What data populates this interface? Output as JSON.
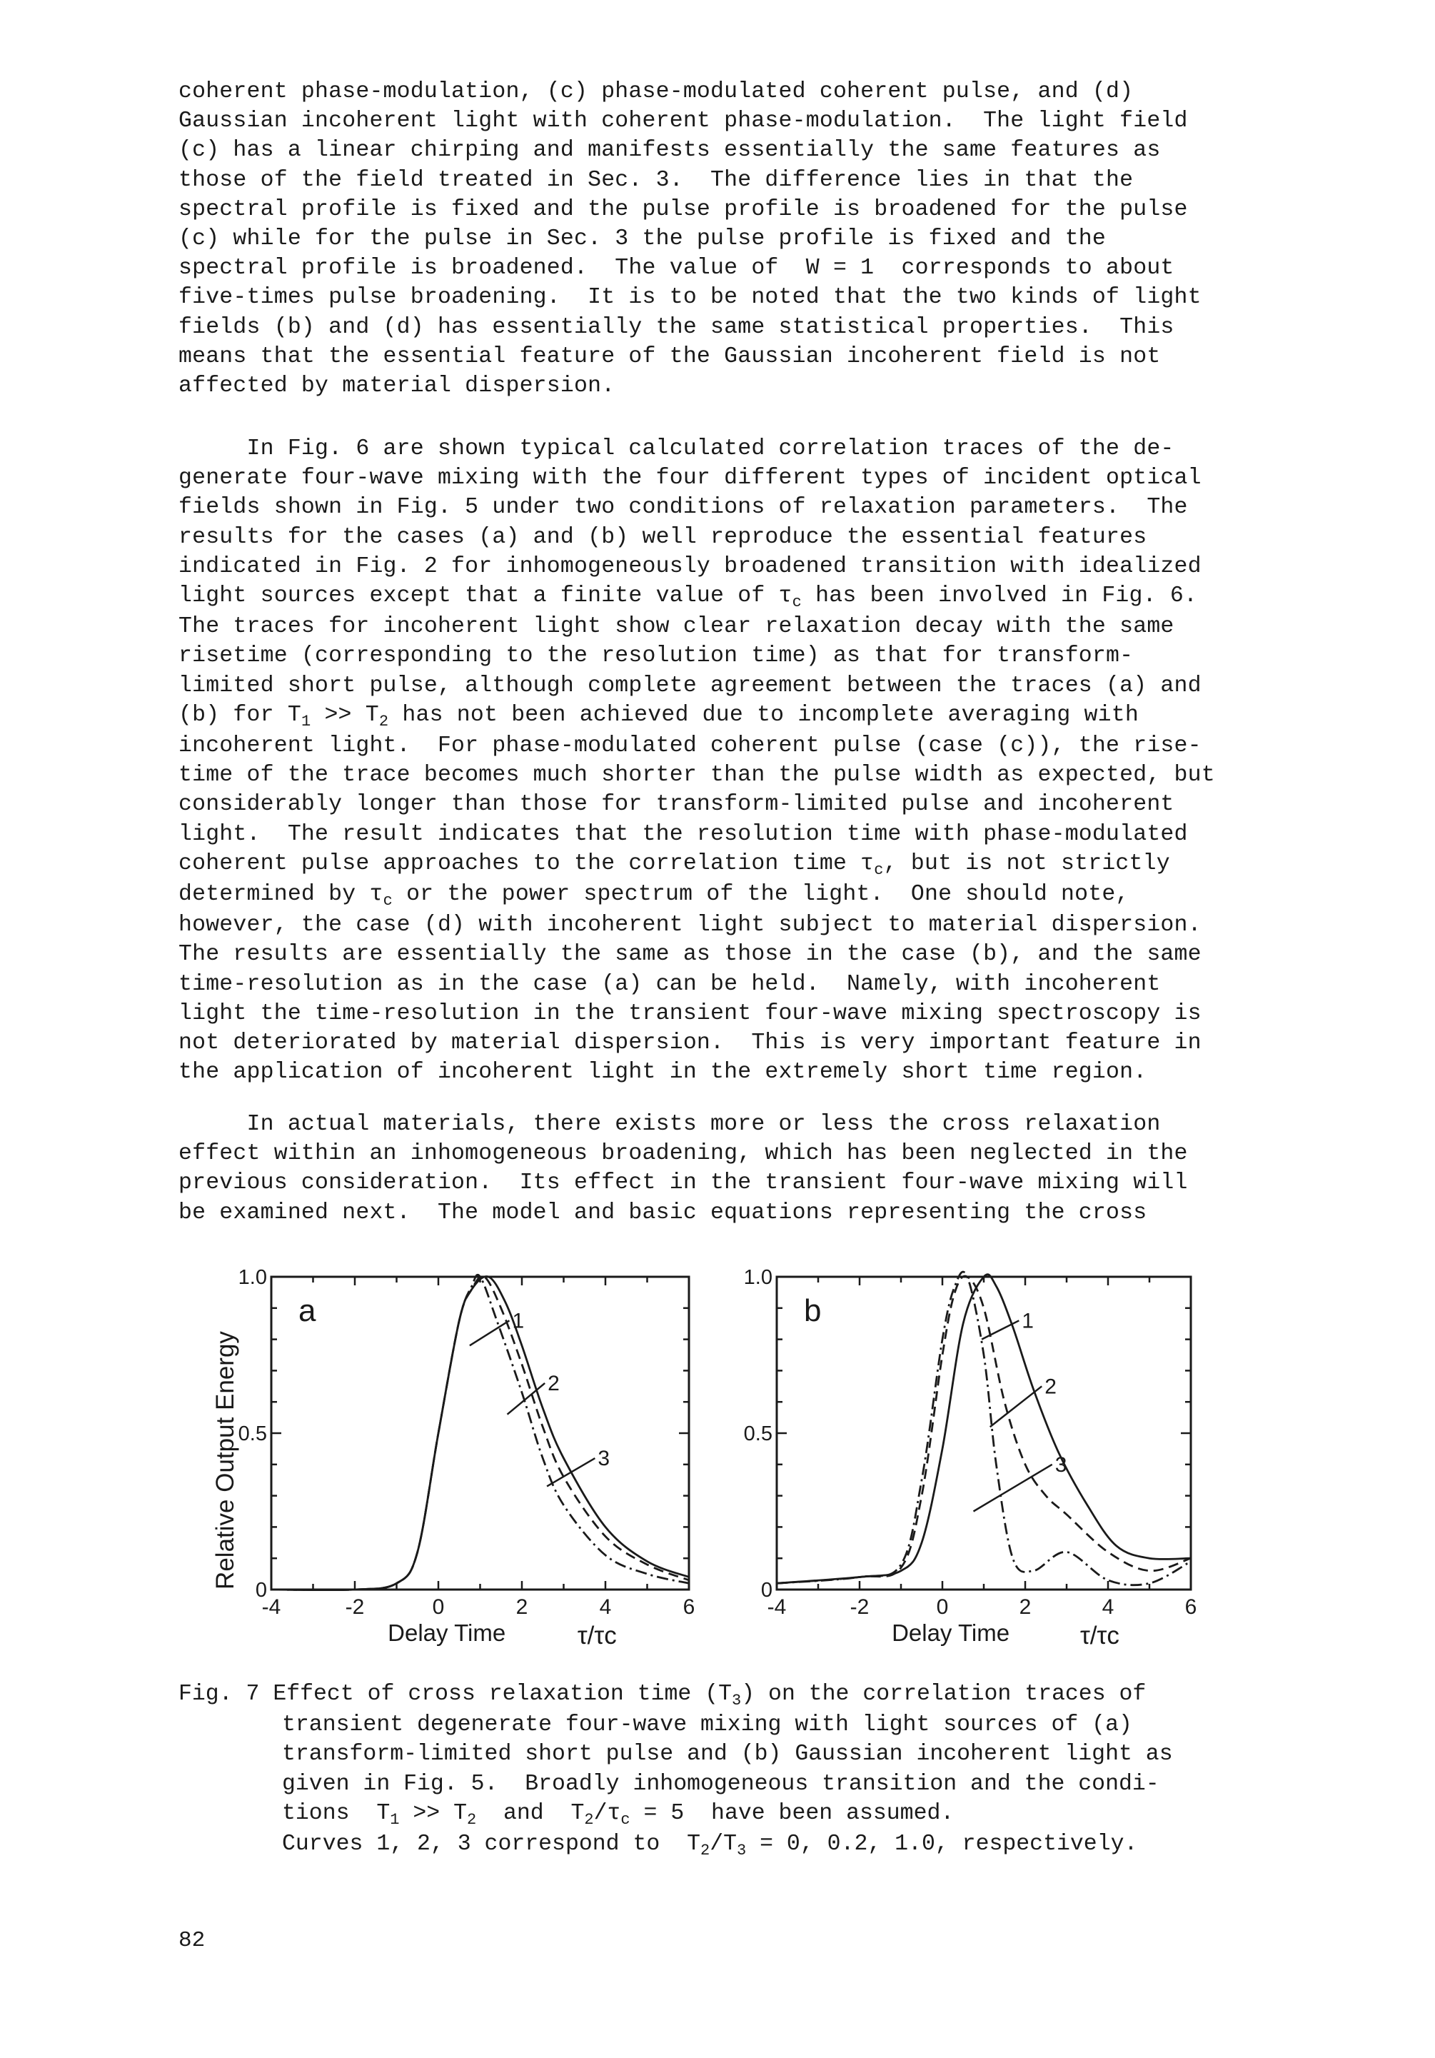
{
  "paragraphs": [
    {
      "lines": [
        "coherent phase-modulation, (c) phase-modulated coherent pulse, and (d)",
        "Gaussian incoherent light with coherent phase-modulation.  The light field",
        "(c) has a linear chirping and manifests essentially the same features as",
        "those of the field treated in Sec. 3.  The difference lies in that the",
        "spectral profile is fixed and the pulse profile is broadened for the pulse",
        "(c) while for the pulse in Sec. 3 the pulse profile is fixed and the",
        "spectral profile is broadened.  The value of  W = 1  corresponds to about",
        "five-times pulse broadening.  It is to be noted that the two kinds of light",
        "fields (b) and (d) has essentially the same statistical properties.  This",
        "means that the essential feature of the Gaussian incoherent field is not",
        "affected by material dispersion."
      ]
    },
    {
      "lines": [
        "     In Fig. 6 are shown typical calculated correlation traces of the de-",
        "generate four-wave mixing with the four different types of incident optical",
        "fields shown in Fig. 5 under two conditions of relaxation parameters.  The",
        "results for the cases (a) and (b) well reproduce the essential features",
        "indicated in Fig. 2 for inhomogeneously broadened transition with idealized",
        "light sources except that a finite value of τc has been involved in Fig. 6.",
        "The traces for incoherent light show clear relaxation decay with the same",
        "risetime (corresponding to the resolution time) as that for transform-",
        "limited short pulse, although complete agreement between the traces (a) and",
        "(b) for T1 >> T2 has not been achieved due to incomplete averaging with",
        "incoherent light.  For phase-modulated coherent pulse (case (c)), the rise-",
        "time of the trace becomes much shorter than the pulse width as expected, but",
        "considerably longer than those for transform-limited pulse and incoherent",
        "light.  The result indicates that the resolution time with phase-modulated",
        "coherent pulse approaches to the correlation time τc, but is not strictly",
        "determined by τc or the power spectrum of the light.  One should note,",
        "however, the case (d) with incoherent light subject to material dispersion.",
        "The results are essentially the same as those in the case (b), and the same",
        "time-resolution as in the case (a) can be held.  Namely, with incoherent",
        "light the time-resolution in the transient four-wave mixing spectroscopy is",
        "not deteriorated by material dispersion.  This is very important feature in",
        "the application of incoherent light in the extremely short time region."
      ]
    },
    {
      "lines": [
        "     In actual materials, there exists more or less the cross relaxation",
        "effect within an inhomogeneous broadening, which has been neglected in the",
        "previous consideration.  Its effect in the transient four-wave mixing will",
        "be examined next.  The model and basic equations representing the cross"
      ]
    }
  ],
  "figure": {
    "ylabel": "Relative Output Energy",
    "panels": [
      {
        "label": "a",
        "ytick_labels": [
          "1.0",
          "0.5",
          "0"
        ],
        "xtick_labels": [
          "-4",
          "-2",
          "0",
          "2",
          "4",
          "6"
        ],
        "xlabel": "Delay Time",
        "xunit": "τ/τc",
        "curve_labels": [
          "1",
          "2",
          "3"
        ]
      },
      {
        "label": "b",
        "ytick_labels": [
          "1.0",
          "0.5",
          "0"
        ],
        "xtick_labels": [
          "-4",
          "-2",
          "0",
          "2",
          "4",
          "6"
        ],
        "xlabel": "Delay Time",
        "xunit": "τ/τc",
        "curve_labels": [
          "1",
          "2",
          "3"
        ]
      }
    ]
  },
  "chart_data": [
    {
      "type": "line",
      "title": "a",
      "xlabel": "Delay Time  τ/τc",
      "ylabel": "Relative Output Energy",
      "xlim": [
        -4,
        6
      ],
      "ylim": [
        0,
        1.0
      ],
      "series": [
        {
          "name": "1",
          "style": "solid",
          "x": [
            -4,
            -2,
            -1,
            -0.5,
            0,
            0.5,
            0.8,
            1.2,
            1.6,
            2,
            2.5,
            3,
            4,
            5,
            6
          ],
          "y": [
            0,
            0,
            0.02,
            0.12,
            0.5,
            0.86,
            0.96,
            1.0,
            0.92,
            0.78,
            0.58,
            0.42,
            0.2,
            0.09,
            0.04
          ]
        },
        {
          "name": "2",
          "style": "dashed",
          "x": [
            -4,
            -2,
            -1,
            -0.5,
            0,
            0.5,
            0.8,
            1.1,
            1.5,
            2,
            2.5,
            3,
            4,
            5,
            6
          ],
          "y": [
            0,
            0,
            0.02,
            0.12,
            0.5,
            0.86,
            0.96,
            1.0,
            0.9,
            0.72,
            0.52,
            0.36,
            0.17,
            0.08,
            0.03
          ]
        },
        {
          "name": "3",
          "style": "dash-dot",
          "x": [
            -4,
            -2,
            -1,
            -0.5,
            0,
            0.5,
            0.8,
            1.0,
            1.4,
            2,
            2.5,
            3,
            4,
            5,
            6
          ],
          "y": [
            0,
            0,
            0.02,
            0.12,
            0.5,
            0.86,
            0.97,
            1.0,
            0.86,
            0.63,
            0.42,
            0.27,
            0.11,
            0.05,
            0.02
          ]
        }
      ]
    },
    {
      "type": "line",
      "title": "b",
      "xlabel": "Delay Time  τ/τc",
      "ylabel": "Relative Output Energy",
      "xlim": [
        -4,
        6
      ],
      "ylim": [
        0,
        1.0
      ],
      "series": [
        {
          "name": "1",
          "style": "solid",
          "x": [
            -4,
            -2,
            -1,
            -0.5,
            0,
            0.5,
            1.0,
            1.3,
            1.7,
            2.2,
            2.8,
            3.5,
            4.2,
            5,
            6
          ],
          "y": [
            0.02,
            0.04,
            0.06,
            0.15,
            0.45,
            0.85,
            1.0,
            0.97,
            0.84,
            0.64,
            0.44,
            0.27,
            0.14,
            0.1,
            0.1
          ]
        },
        {
          "name": "2",
          "style": "dashed",
          "x": [
            -4,
            -2,
            -1,
            -0.5,
            0,
            0.3,
            0.6,
            1.0,
            1.5,
            2,
            2.5,
            3,
            4,
            5,
            6
          ],
          "y": [
            0.02,
            0.04,
            0.07,
            0.3,
            0.75,
            0.95,
            1.0,
            0.9,
            0.6,
            0.4,
            0.3,
            0.24,
            0.12,
            0.06,
            0.1
          ]
        },
        {
          "name": "3",
          "style": "dash-dot",
          "x": [
            -4,
            -2,
            -1,
            -0.5,
            0,
            0.3,
            0.6,
            1.0,
            1.3,
            1.7,
            2.2,
            3,
            4,
            5,
            6
          ],
          "y": [
            0.02,
            0.04,
            0.08,
            0.35,
            0.8,
            0.97,
            1.0,
            0.75,
            0.4,
            0.1,
            0.06,
            0.12,
            0.03,
            0.02,
            0.09
          ]
        }
      ]
    }
  ],
  "caption": {
    "lines": [
      "Fig. 7 Effect of cross relaxation time (T3) on the correlation traces of",
      "transient degenerate four-wave mixing with light sources of (a)",
      "transform-limited short pulse and (b) Gaussian incoherent light as",
      "given in Fig. 5.  Broadly inhomogeneous transition and the condi-",
      "tions  T1 >> T2  and  T2/τc = 5  have been assumed.",
      "Curves 1, 2, 3 correspond to  T2/T3 = 0, 0.2, 1.0, respectively."
    ]
  },
  "page_number": "82"
}
